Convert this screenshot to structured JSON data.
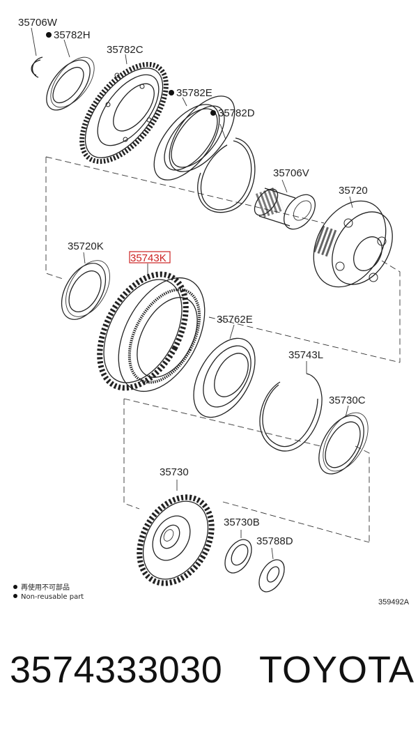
{
  "diagram": {
    "labels": {
      "l35706w": "35706W",
      "l35782h": "35782H",
      "l35782c": "35782C",
      "l35782e": "35782E",
      "l35782d": "35782D",
      "l35706v": "35706V",
      "l35720": "35720",
      "l35720k": "35720K",
      "l35743k": "35743K",
      "l35762e": "35762E",
      "l35743l": "35743L",
      "l35730c": "35730C",
      "l35730": "35730",
      "l35730b": "35730B",
      "l35788d": "35788D"
    },
    "legend": {
      "line1": "再使用不可部品",
      "line2": "Non-reusable part"
    },
    "figure_code": "359492A",
    "highlight_color": "#cc2222"
  },
  "footer": {
    "part_number": "3574333030",
    "brand": "TOYOTA"
  }
}
